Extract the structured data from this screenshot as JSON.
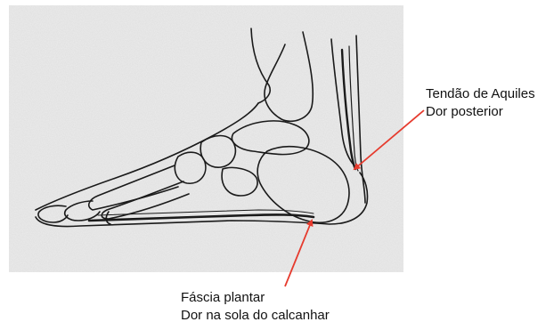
{
  "colors": {
    "background": "#ffffff",
    "panel": "#e9e9e9",
    "line": "#1a1a1a",
    "arrow": "#e63b2e"
  },
  "labels": {
    "achilles": {
      "line1": "Tendão de Aquiles",
      "line2": "Dor posterior"
    },
    "plantar": {
      "line1": "Fáscia plantar",
      "line2": "Dor na sola do calcanhar"
    }
  }
}
